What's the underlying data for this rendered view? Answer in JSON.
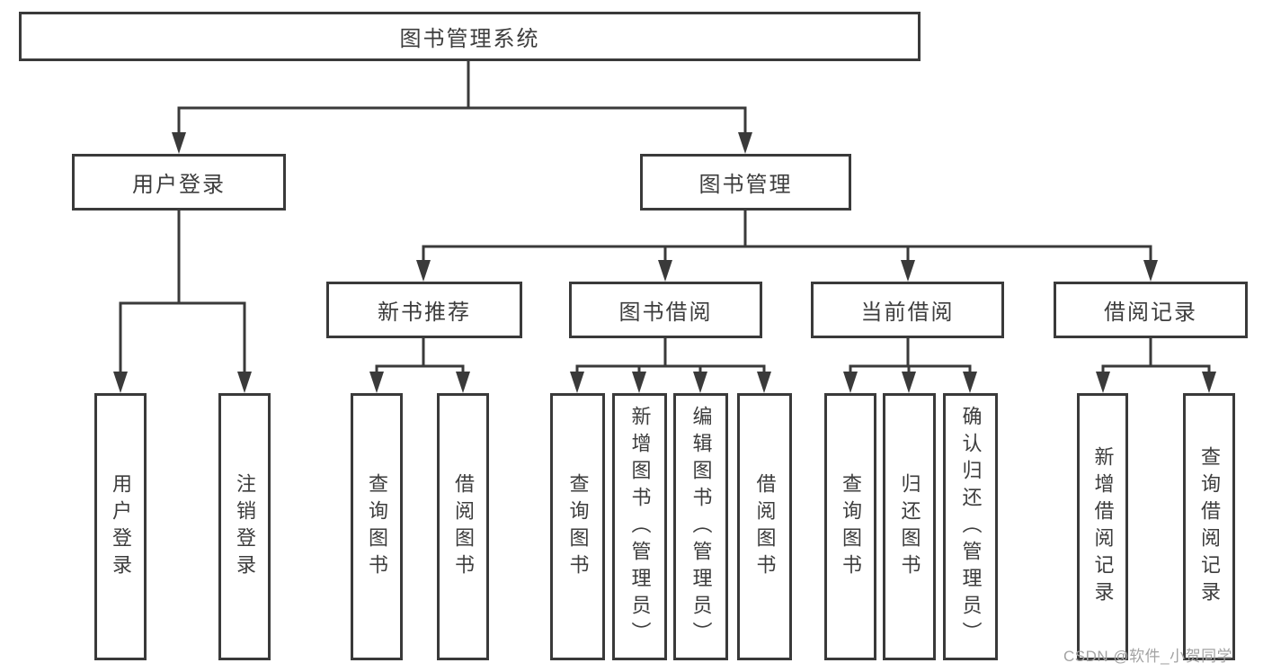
{
  "diagram": {
    "root": {
      "label": "图书管理系统"
    },
    "branches": [
      {
        "label": "用户登录",
        "children": [
          {
            "label": "用户登录"
          },
          {
            "label": "注销登录"
          }
        ]
      },
      {
        "label": "图书管理",
        "children": [
          {
            "label": "新书推荐",
            "children": [
              {
                "label": "查询图书"
              },
              {
                "label": "借阅图书"
              }
            ]
          },
          {
            "label": "图书借阅",
            "children": [
              {
                "label": "查询图书"
              },
              {
                "label": "新增图书（管理员）"
              },
              {
                "label": "编辑图书（管理员）"
              },
              {
                "label": "借阅图书"
              }
            ]
          },
          {
            "label": "当前借阅",
            "children": [
              {
                "label": "查询图书"
              },
              {
                "label": "归还图书"
              },
              {
                "label": "确认归还（管理员）"
              }
            ]
          },
          {
            "label": "借阅记录",
            "children": [
              {
                "label": "新增借阅记录"
              },
              {
                "label": "查询借阅记录"
              }
            ]
          }
        ]
      }
    ]
  },
  "watermark": {
    "text": "CSDN @软件_小贺同学"
  },
  "colors": {
    "line": "#3a3a3a",
    "text": "#3d3d3d",
    "box_background": "#ffffff",
    "background": "#ffffff",
    "watermark": "#a3a3a3"
  }
}
